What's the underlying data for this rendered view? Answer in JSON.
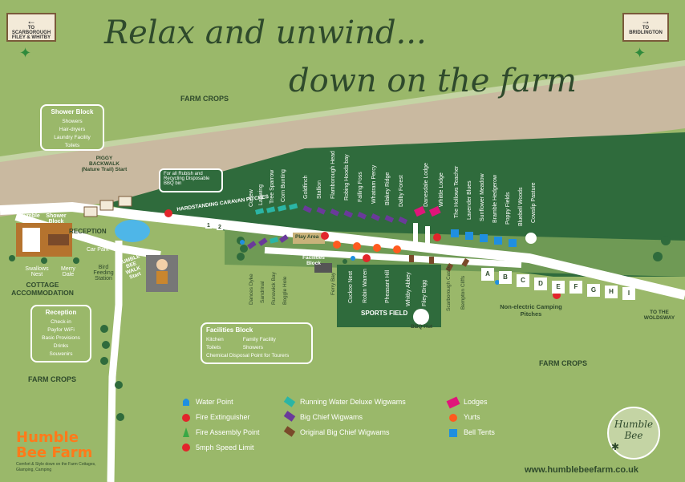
{
  "title": {
    "line1": "Relax and unwind...",
    "line2": "down on the farm"
  },
  "signs": {
    "scarborough": "TO SCARBOROUGH FILEY & WHITBY",
    "bridlington": "TO BRIDLINGTON",
    "wolds_way": "TO THE WOLDSWAY"
  },
  "fields": {
    "farm_crops_top": "FARM CROPS",
    "farm_crops_left": "FARM CROPS",
    "farm_crops_right": "FARM CROPS",
    "sports_field": "SPORTS FIELD"
  },
  "labels": {
    "piggy_backwalk": "PIGGY BACKWALK (Nature Trail) Start",
    "rubbish": "For all Rubish and Recycling Disposable BBQ bin",
    "hardstanding": "HARDSTANDING CARAVAN PITCHES",
    "humble_bee": "Humble Bee",
    "shower_block": "Shower Block",
    "reception": "RECEPTION",
    "car_park": "Car Park",
    "bird_feeding": "Bird Feeding Station",
    "humble_bee_walk": "HUMBLE BEE WALK Start",
    "swallows_nest": "Swallows Nest",
    "merry_dale": "Merry Dale",
    "cottage_accommodation": "COTTAGE ACCOMMODATION",
    "play_area": "Play Area",
    "facilities_block": "Facilities Block",
    "bbq_hut": "BBQ Hut",
    "non_electric": "Non-electric Camping Pitches",
    "website": "www.humblebeefarm.co.uk",
    "pitch1": "1",
    "pitch2": "2"
  },
  "shower_box": {
    "title": "Shower Block",
    "items": [
      "Showers",
      "Hair-dryers",
      "Laundry Facility",
      "Toilets"
    ]
  },
  "reception_box": {
    "title": "Reception",
    "items": [
      "Check-in",
      "Payfor WiFi",
      "Basic Provisions",
      "Drinks",
      "Souvenirs"
    ]
  },
  "facilities_box": {
    "title": "Facilities Block",
    "col1": [
      "Kitchen",
      "Toilets"
    ],
    "col2": [
      "Family Facility",
      "Showers"
    ],
    "footer": "Chemical Disposal Point for Tourers"
  },
  "top_row_units": [
    "Curlew",
    "Lapwing",
    "Tree Sparrow",
    "Corn Bunting",
    "Goldfinch",
    "Stallion",
    "Flamborough Head",
    "Robing Hoods bay",
    "Falling Foss",
    "Whatram Percy",
    "Blakey Ridge",
    "Dalby Forest",
    "Danesdale Lodge",
    "Whittle Lodge",
    "The Hollows Teacher",
    "Lavender Blues",
    "Sunflower Meadow",
    "Bramble Hedgerow",
    "Poppy Fields",
    "Bluebell Woods",
    "Cowslip Pasture"
  ],
  "bottom_row_units": [
    "Dances Dyke",
    "Sandrinal",
    "Runswick Bay",
    "Boggle Hole",
    "Ferry Bay",
    "Cuckoo Nest",
    "Robin Warren",
    "Pheasant Hill",
    "Whitby Abbey",
    "Filey Brigg",
    "Scarborough Castle",
    "Bempton Cliffs"
  ],
  "camping_pitches": [
    "A",
    "B",
    "C",
    "D",
    "E",
    "F",
    "G",
    "H",
    "I"
  ],
  "legend": {
    "col1": [
      "Water Point",
      "Fire Extinguisher",
      "Fire Assembly Point",
      "5mph Speed Limit"
    ],
    "col2": [
      "Running Water Deluxe Wigwams",
      "Big Chief Wigwams",
      "Original Big Chief Wigwams"
    ],
    "col3": [
      "Lodges",
      "Yurts",
      "Bell Tents"
    ]
  },
  "logo": {
    "line1": "Humble",
    "line2": "Bee Farm",
    "tagline": "Comfort & Style down on the Farm Cottages, Glamping, Camping",
    "badge": "Humble Bee"
  },
  "colors": {
    "field": "#9ab86a",
    "dark_field": "#2f6b3c",
    "ploughed": "#c9b9a0",
    "road": "#ffffff",
    "teal": "#2bb5a5",
    "purple": "#6a3a9a",
    "brown": "#7a4a2a",
    "pink": "#e0157a",
    "orange": "#ff5a1f",
    "blue": "#1f8fe0",
    "red": "#e2252b"
  }
}
